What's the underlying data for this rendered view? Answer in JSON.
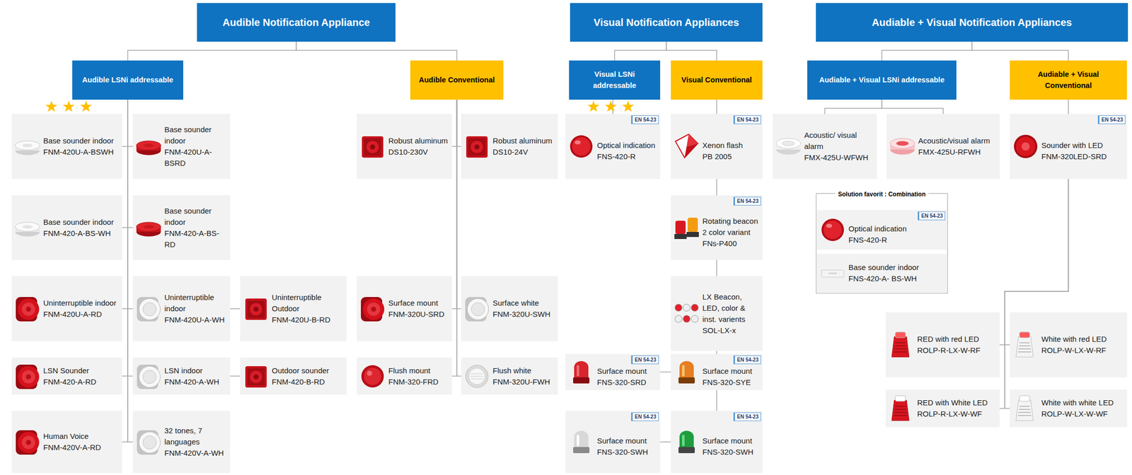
{
  "diagram": {
    "nodes": [
      {
        "text": [
          "Audible Notification Appliance"
        ]
      },
      {
        "text": [
          "Visual Notification Appliances"
        ]
      },
      {
        "text": [
          "Audiable + Visual Notification Appliances"
        ]
      },
      {
        "text": [
          "Audible LSNi addressable"
        ]
      },
      {
        "text": [
          "Audible Conventional"
        ]
      },
      {
        "text": [
          "Visual LSNi addressable"
        ]
      },
      {
        "text": [
          "Visual Conventional"
        ]
      },
      {
        "text": [
          "Audiable + Visual LSNi addressable"
        ]
      },
      {
        "text": [
          "Audiable + Visual Conventional"
        ]
      },
      {
        "text": [
          "Base sounder indoor",
          "FNM-420U-A-BSWH"
        ]
      },
      {
        "text": [
          "Base sounder indoor",
          "FNM-420U-A-BSRD"
        ]
      },
      {
        "text": [
          "Base sounder indoor",
          "FNM-420-A-BS-WH"
        ]
      },
      {
        "text": [
          "Base sounder indoor",
          "FNM-420-A-BS-RD"
        ]
      },
      {
        "text": [
          "Uninterruptible indoor",
          "FNM-420U-A-RD"
        ]
      },
      {
        "text": [
          "Uninterruptible indoor",
          "FNM-420U-A-WH"
        ]
      },
      {
        "text": [
          "Uninterruptible Outdoor",
          "FNM-420U-B-RD"
        ]
      },
      {
        "text": [
          "LSN Sounder",
          "FNM-420-A-RD"
        ]
      },
      {
        "text": [
          "LSN indoor",
          "FNM-420-A-WH"
        ]
      },
      {
        "text": [
          "Outdoor sounder",
          "FNM-420-B-RD"
        ]
      },
      {
        "text": [
          "Human Voice",
          "FNM-420V-A-RD"
        ]
      },
      {
        "text": [
          "32 tones, 7 languages",
          "FNM-420V-A-WH"
        ]
      },
      {
        "text": [
          "Robust aluminum",
          "DS10-230V"
        ]
      },
      {
        "text": [
          "Robust aluminum",
          "DS10-24V"
        ]
      },
      {
        "text": [
          "Surface mount",
          "FNM-320U-SRD"
        ]
      },
      {
        "text": [
          "Surface white",
          "FNM-320U-SWH"
        ]
      },
      {
        "text": [
          "Flush mount",
          "FNM-320-FRD"
        ]
      },
      {
        "text": [
          "Flush white",
          "FNM-320U-FWH"
        ]
      },
      {
        "text": [
          "Optical indication",
          "FNS-420-R"
        ]
      },
      {
        "text": [
          "Xenon flash",
          "PB 2005"
        ]
      },
      {
        "text": [
          "Rotating beacon 2 color variant",
          "FNs-P400"
        ]
      },
      {
        "text": [
          "LX Beacon, LED, color & inst. varients",
          "SOL-LX-x"
        ]
      },
      {
        "text": [
          "Surface mount",
          "FNS-320-SRD"
        ]
      },
      {
        "text": [
          "Surface mount",
          "FNS-320-SYE"
        ]
      },
      {
        "text": [
          "Surface mount",
          "FNS-320-SWH"
        ]
      },
      {
        "text": [
          "Surface mount",
          "FNS-320-SWH"
        ]
      },
      {
        "text": [
          "Acoustic/ visual alarm",
          "FMX-425U-WFWH"
        ]
      },
      {
        "text": [
          "Acoustic/visual alarm",
          "FMX-425U-RFWH"
        ]
      },
      {
        "text": [
          "Solution favorit : Combination"
        ]
      },
      {
        "text": [
          "Optical indication",
          "FNS-420-R"
        ],
        "in": 37
      },
      {
        "text": [
          "Base sounder indoor",
          "FNS-420-A- BS-WH"
        ],
        "in": 37
      },
      {
        "text": [
          "Sounder with LED",
          "FNM-320LED-SRD"
        ]
      },
      {
        "text": [
          "RED with red LED",
          "ROLP-R-LX-W-RF"
        ]
      },
      {
        "text": [
          "White with red LED",
          "ROLP-W-LX-W-RF"
        ]
      },
      {
        "text": [
          "RED with White LED",
          "ROLP-R-LX-W-WF"
        ]
      },
      {
        "text": [
          "White with white LED",
          "ROLP-W-LX-W-WF"
        ]
      }
    ],
    "edges": [
      {
        "from": 0,
        "to": 3,
        "arrow": "none"
      },
      {
        "from": 0,
        "to": 4,
        "arrow": "none"
      },
      {
        "from": 1,
        "to": 5,
        "arrow": "none"
      },
      {
        "from": 1,
        "to": 6,
        "arrow": "none"
      },
      {
        "from": 2,
        "to": 7,
        "arrow": "none"
      },
      {
        "from": 2,
        "to": 8,
        "arrow": "none"
      },
      {
        "from": 3,
        "to": 9,
        "arrow": "none"
      },
      {
        "from": 3,
        "to": 10,
        "arrow": "none"
      },
      {
        "from": 3,
        "to": 11,
        "arrow": "none"
      },
      {
        "from": 3,
        "to": 12,
        "arrow": "none"
      },
      {
        "from": 3,
        "to": 13,
        "arrow": "none"
      },
      {
        "from": 3,
        "to": 14,
        "arrow": "none"
      },
      {
        "from": 3,
        "to": 16,
        "arrow": "none"
      },
      {
        "from": 3,
        "to": 17,
        "arrow": "none"
      },
      {
        "from": 3,
        "to": 19,
        "arrow": "none"
      },
      {
        "from": 3,
        "to": 20,
        "arrow": "none"
      },
      {
        "from": 14,
        "to": 15,
        "arrow": "none"
      },
      {
        "from": 17,
        "to": 18,
        "arrow": "none"
      },
      {
        "from": 4,
        "to": 21,
        "arrow": "none"
      },
      {
        "from": 4,
        "to": 22,
        "arrow": "none"
      },
      {
        "from": 4,
        "to": 23,
        "arrow": "none"
      },
      {
        "from": 4,
        "to": 24,
        "arrow": "none"
      },
      {
        "from": 4,
        "to": 25,
        "arrow": "none"
      },
      {
        "from": 4,
        "to": 26,
        "arrow": "none"
      },
      {
        "from": 5,
        "to": 27,
        "arrow": "none"
      },
      {
        "from": 6,
        "to": 28,
        "arrow": "none"
      },
      {
        "from": 28,
        "to": 29,
        "arrow": "none"
      },
      {
        "from": 29,
        "to": 30,
        "arrow": "none"
      },
      {
        "from": 30,
        "to": 32,
        "arrow": "none"
      },
      {
        "from": 32,
        "to": 31,
        "arrow": "none"
      },
      {
        "from": 32,
        "to": 34,
        "arrow": "none"
      },
      {
        "from": 34,
        "to": 33,
        "arrow": "none"
      },
      {
        "from": 7,
        "to": 35,
        "arrow": "none"
      },
      {
        "from": 7,
        "to": 36,
        "arrow": "none"
      },
      {
        "from": 8,
        "to": 40,
        "arrow": "none"
      },
      {
        "from": 40,
        "to": 41,
        "arrow": "none"
      },
      {
        "from": 40,
        "to": 42,
        "arrow": "none"
      },
      {
        "from": 40,
        "to": 43,
        "arrow": "none"
      },
      {
        "from": 40,
        "to": 44,
        "arrow": "none"
      }
    ],
    "labels": [
      "EN 54-23",
      "EN 54-23",
      "EN 54-23",
      "EN 54-23",
      "EN 54-23",
      "EN 54-23",
      "EN 54-23",
      "EN 54-23",
      "EN 54-23"
    ]
  }
}
